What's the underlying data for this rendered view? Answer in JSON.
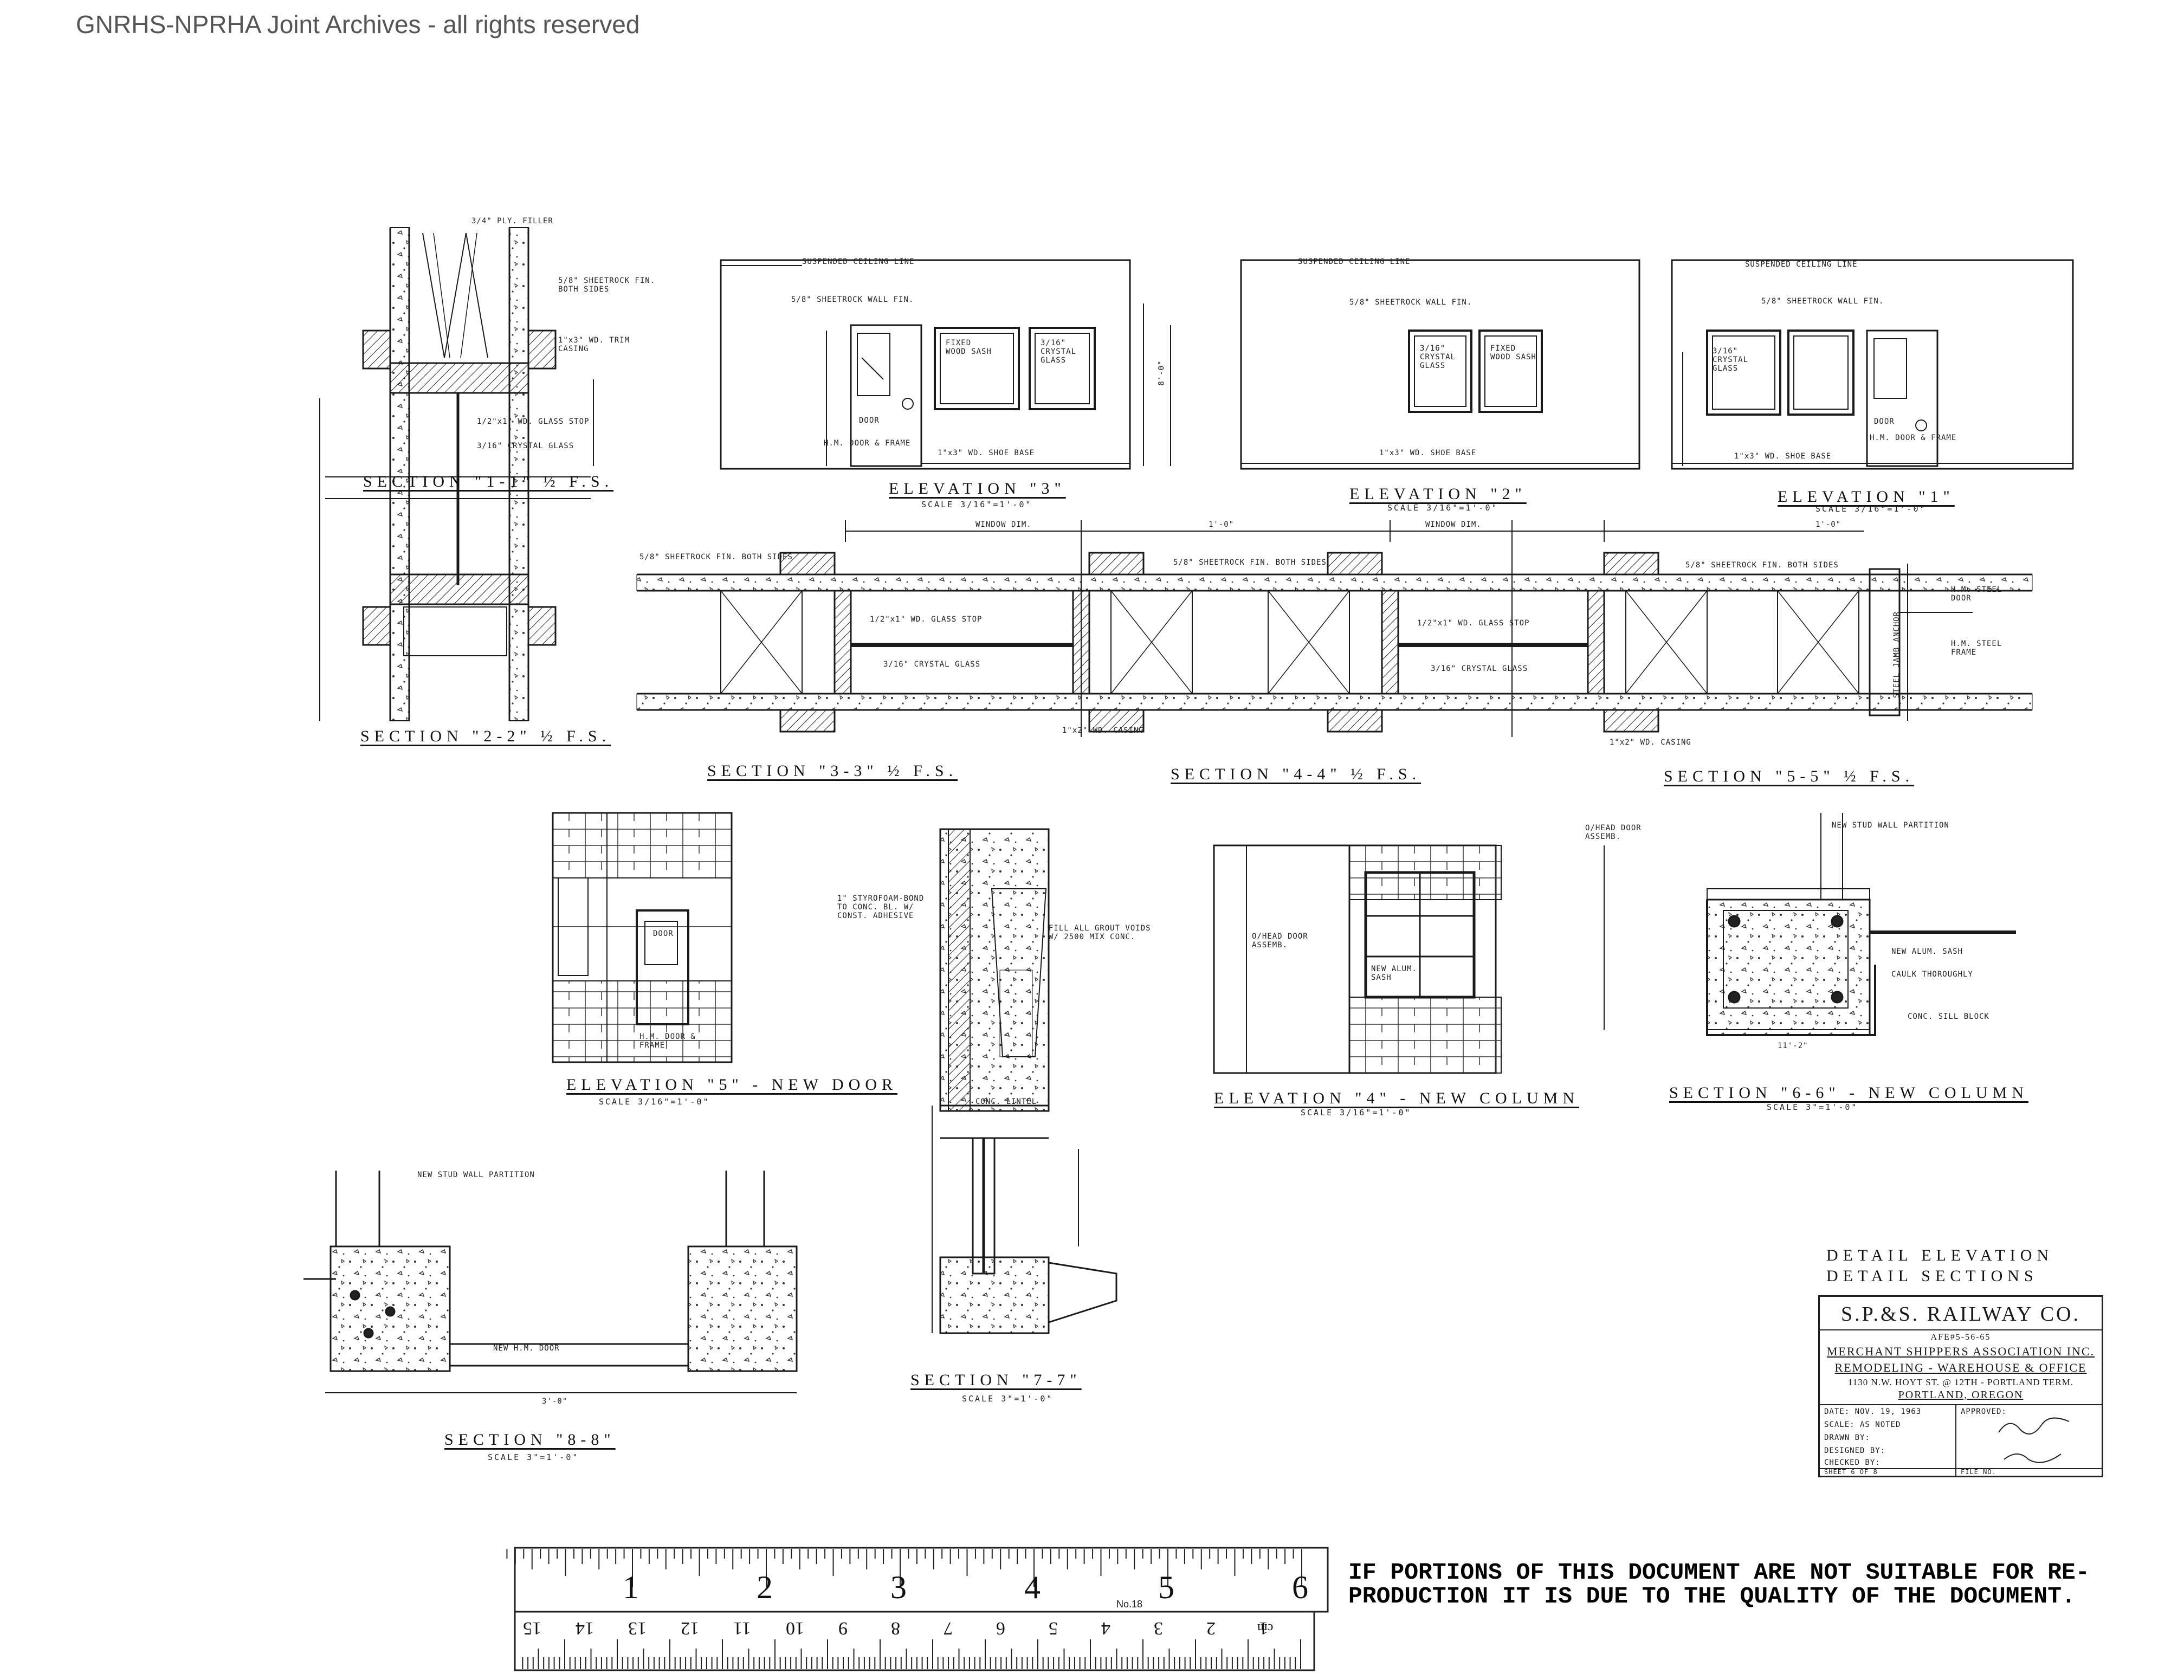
{
  "watermark": "GNRHS-NPRHA Joint Archives - all rights reserved",
  "sections": {
    "s11": "SECTION \"1-1\" ½ F.S.",
    "s22": "SECTION \"2-2\" ½ F.S.",
    "s33": "SECTION \"3-3\" ½ F.S.",
    "s44": "SECTION \"4-4\" ½ F.S.",
    "s55": "SECTION \"5-5\" ½ F.S.",
    "s66": "SECTION \"6-6\" - NEW COLUMN",
    "s66_scale": "SCALE 3\"=1'-0\"",
    "s77": "SECTION \"7-7\"",
    "s77_scale": "SCALE 3\"=1'-0\"",
    "s88": "SECTION \"8-8\"",
    "s88_scale": "SCALE 3\"=1'-0\""
  },
  "elevations": {
    "e3": "ELEVATION \"3\"",
    "e3_scale": "SCALE 3/16\"=1'-0\"",
    "e2": "ELEVATION \"2\"",
    "e2_scale": "SCALE 3/16\"=1'-0\"",
    "e1": "ELEVATION \"1\"",
    "e1_scale": "SCALE 3/16\"=1'-0\"",
    "e5": "ELEVATION \"5\" - NEW DOOR",
    "e5_scale": "SCALE 3/16\"=1'-0\"",
    "e4": "ELEVATION \"4\" - NEW COLUMN",
    "e4_scale": "SCALE 3/16\"=1'-0\""
  },
  "notes": {
    "suspended_ceiling": "SUSPENDED CEILING LINE",
    "sheetrock_wall": "5/8\" SHEETROCK WALL FIN.",
    "crystal_glass": "3/16\" CRYSTAL GLASS",
    "fixed_wood_sash": "FIXED WOOD SASH",
    "door": "DOOR",
    "hm_door": "H.M. DOOR & FRAME",
    "shoe_base": "1\"x3\" WD. SHOE BASE",
    "ply_filler": "3/4\" PLY. FILLER",
    "sheetrock_both": "5/8\" SHEETROCK FIN. BOTH SIDES",
    "trim_casing": "1\"x3\" WD. TRIM CASING",
    "glass_stop": "1/2\"x1\" WD. GLASS STOP",
    "window_dim": "WINDOW DIM.",
    "hm_steel_door": "H.M. STEEL DOOR",
    "hm_steel_frame": "H.M. STEEL FRAME",
    "steel_jamb": "STEEL JAMB ANCHOR",
    "casing": "1\"x2\" WD. CASING",
    "new_stud_wall": "NEW STUD WALL PARTITION",
    "overhead_door": "O/HEAD DOOR ASSEMB.",
    "alum_sash": "NEW ALUM. SASH",
    "caulk": "CAULK THOROUGHLY",
    "sill_block": "CONC. SILL BLOCK",
    "new_hm_door": "NEW H.M. DOOR",
    "styrofoam": "1\" STYROFOAM-BOND TO CONC. BL. W/ CONST. ADHESIVE",
    "fill_grout": "FILL ALL GROUT VOIDS W/ 2500 MIX CONC.",
    "lintel": "CONC. LINTEL"
  },
  "dims": {
    "one_foot": "1'-0\"",
    "e3_h": "8'-0\"",
    "w_11": "11'-2\"",
    "w_3": "3'-0\""
  },
  "title_block": {
    "railway": "S.P.&S. RAILWAY CO.",
    "afe": "AFE#5-56-65",
    "client": "MERCHANT SHIPPERS ASSOCIATION INC.",
    "project": "REMODELING - WAREHOUSE & OFFICE",
    "address": "1130 N.W. HOYT ST. @ 12TH - PORTLAND TERM.",
    "city": "PORTLAND, OREGON",
    "date": "DATE: NOV. 19, 1963",
    "scale": "SCALE: AS NOTED",
    "drawn": "DRAWN BY:",
    "designed": "DESIGNED BY:",
    "checked": "CHECKED BY:",
    "approved": "APPROVED:",
    "sheet": "SHEET 6 OF 8",
    "file": "FILE NO."
  },
  "detail_title": [
    "DETAIL ELEVATION",
    "DETAIL SECTIONS"
  ],
  "notice": "IF PORTIONS OF THIS DOCUMENT ARE NOT SUITABLE FOR RE-\nPRODUCTION IT IS DUE TO THE QUALITY OF THE DOCUMENT.",
  "ruler": {
    "inch_labels": [
      "1",
      "2",
      "3",
      "4",
      "5",
      "6"
    ],
    "cm_labels": [
      "1",
      "2",
      "3",
      "4",
      "5",
      "6",
      "7",
      "8",
      "9",
      "10",
      "11",
      "12",
      "13",
      "14",
      "15"
    ],
    "cm_unit": "cm",
    "model": "No.18"
  }
}
